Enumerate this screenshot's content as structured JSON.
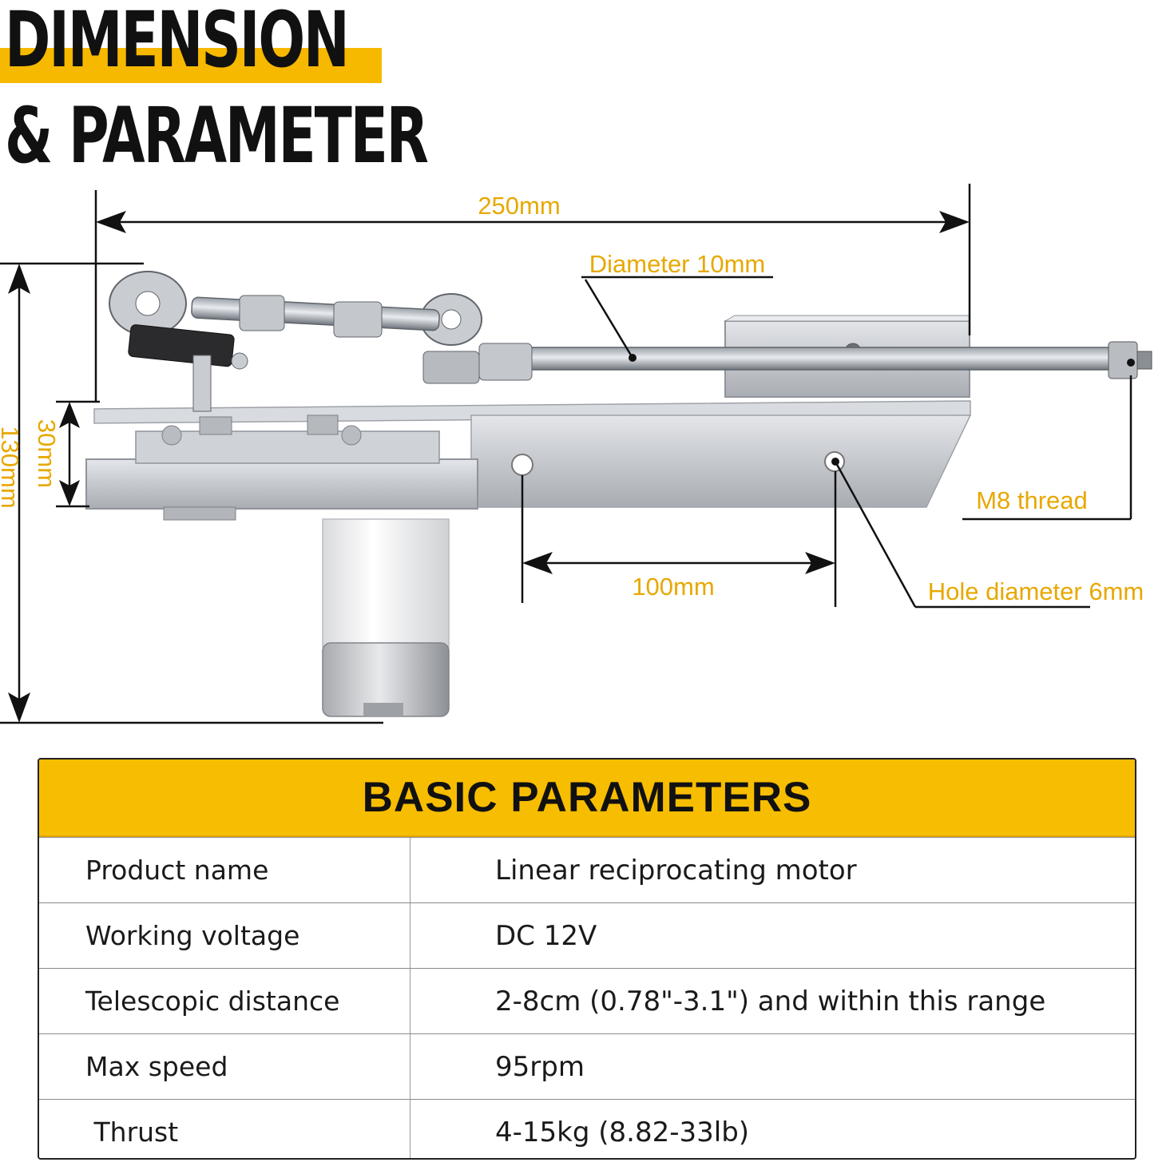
{
  "header": {
    "title_line1": "DIMENSION",
    "title_line2": "& PARAMETER"
  },
  "dimensions": {
    "overall_length": "250mm",
    "rod_diameter": "Diameter 10mm",
    "plate_thickness": "30mm",
    "overall_height": "130mm",
    "thread": "M8 thread",
    "hole_spacing": "100mm",
    "hole_diameter": "Hole diameter 6mm",
    "accent_color": "#e7a800"
  },
  "params": {
    "title": "BASIC PARAMETERS",
    "header_color": "#f7bd00",
    "rows": [
      {
        "label": "Product name",
        "value": "Linear reciprocating motor"
      },
      {
        "label": "Working voltage",
        "value": "DC 12V"
      },
      {
        "label": "Telescopic distance",
        "value": "2-8cm (0.78\"-3.1\") and within this range"
      },
      {
        "label": "Max speed",
        "value": "95rpm"
      },
      {
        "label": " Thrust",
        "value": "4-15kg (8.82-33lb)"
      }
    ]
  }
}
